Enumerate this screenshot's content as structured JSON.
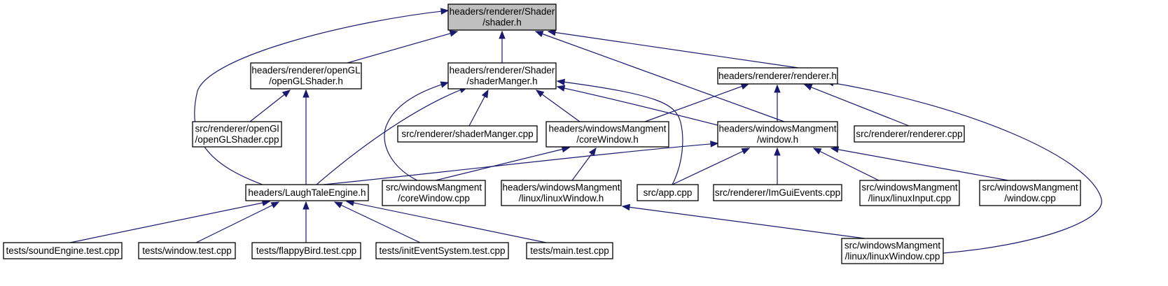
{
  "diagram": {
    "type": "include-dependency-graph",
    "colors": {
      "edge": "#191970",
      "root_fill": "#bfbfbf",
      "node_fill": "#ffffff",
      "border": "#000000"
    },
    "nodes": [
      {
        "id": "shader_h",
        "lines": [
          "headers/renderer/Shader",
          "/shader.h"
        ],
        "root": true
      },
      {
        "id": "openglshader_h",
        "lines": [
          "headers/renderer/openGL",
          "/openGLShader.h"
        ]
      },
      {
        "id": "shadermanger_h",
        "lines": [
          "headers/renderer/Shader",
          "/shaderManger.h"
        ]
      },
      {
        "id": "renderer_h",
        "lines": [
          "headers/renderer/renderer.h"
        ]
      },
      {
        "id": "openglshader_cpp",
        "lines": [
          "src/renderer/openGl",
          "/openGLShader.cpp"
        ]
      },
      {
        "id": "shadermanger_cpp",
        "lines": [
          "src/renderer/shaderManger.cpp"
        ]
      },
      {
        "id": "corewindow_h",
        "lines": [
          "headers/windowsMangment",
          "/coreWindow.h"
        ]
      },
      {
        "id": "window_h",
        "lines": [
          "headers/windowsMangment",
          "/window.h"
        ]
      },
      {
        "id": "renderer_cpp",
        "lines": [
          "src/renderer/renderer.cpp"
        ]
      },
      {
        "id": "laughtale_h",
        "lines": [
          "headers/LaughTaleEngine.h"
        ]
      },
      {
        "id": "corewindow_cpp",
        "lines": [
          "src/windowsMangment",
          "/coreWindow.cpp"
        ]
      },
      {
        "id": "linuxwindow_h",
        "lines": [
          "headers/windowsMangment",
          "/linux/linuxWindow.h"
        ]
      },
      {
        "id": "app_cpp",
        "lines": [
          "src/app.cpp"
        ]
      },
      {
        "id": "imguievents_cpp",
        "lines": [
          "src/renderer/ImGuiEvents.cpp"
        ]
      },
      {
        "id": "linuxinput_cpp",
        "lines": [
          "src/windowsMangment",
          "/linux/linuxInput.cpp"
        ]
      },
      {
        "id": "window_cpp",
        "lines": [
          "src/windowsMangment",
          "/window.cpp"
        ]
      },
      {
        "id": "soundengine_test",
        "lines": [
          "tests/soundEngine.test.cpp"
        ]
      },
      {
        "id": "window_test",
        "lines": [
          "tests/window.test.cpp"
        ]
      },
      {
        "id": "flappybird_test",
        "lines": [
          "tests/flappyBird.test.cpp"
        ]
      },
      {
        "id": "initeventsystem_test",
        "lines": [
          "tests/initEventSystem.test.cpp"
        ]
      },
      {
        "id": "main_test",
        "lines": [
          "tests/main.test.cpp"
        ]
      },
      {
        "id": "linuxwindow_cpp",
        "lines": [
          "src/windowsMangment",
          "/linux/linuxWindow.cpp"
        ]
      }
    ],
    "edges": [
      [
        "openglshader_h",
        "shader_h"
      ],
      [
        "shadermanger_h",
        "shader_h"
      ],
      [
        "renderer_h",
        "shader_h"
      ],
      [
        "window_h",
        "shader_h"
      ],
      [
        "laughtale_h",
        "shader_h"
      ],
      [
        "openglshader_cpp",
        "openglshader_h"
      ],
      [
        "laughtale_h",
        "openglshader_h"
      ],
      [
        "shadermanger_cpp",
        "shadermanger_h"
      ],
      [
        "corewindow_h",
        "shadermanger_h"
      ],
      [
        "window_h",
        "shadermanger_h"
      ],
      [
        "laughtale_h",
        "shadermanger_h"
      ],
      [
        "corewindow_cpp",
        "shadermanger_h"
      ],
      [
        "app_cpp",
        "shadermanger_h"
      ],
      [
        "corewindow_h",
        "renderer_h"
      ],
      [
        "window_h",
        "renderer_h"
      ],
      [
        "renderer_cpp",
        "renderer_h"
      ],
      [
        "linuxwindow_cpp",
        "renderer_h"
      ],
      [
        "corewindow_cpp",
        "corewindow_h"
      ],
      [
        "linuxwindow_h",
        "corewindow_h"
      ],
      [
        "laughtale_h",
        "window_h"
      ],
      [
        "app_cpp",
        "window_h"
      ],
      [
        "imguievents_cpp",
        "window_h"
      ],
      [
        "linuxinput_cpp",
        "window_h"
      ],
      [
        "window_cpp",
        "window_h"
      ],
      [
        "soundengine_test",
        "laughtale_h"
      ],
      [
        "window_test",
        "laughtale_h"
      ],
      [
        "flappybird_test",
        "laughtale_h"
      ],
      [
        "initeventsystem_test",
        "laughtale_h"
      ],
      [
        "main_test",
        "laughtale_h"
      ],
      [
        "linuxwindow_cpp",
        "linuxwindow_h"
      ]
    ]
  }
}
